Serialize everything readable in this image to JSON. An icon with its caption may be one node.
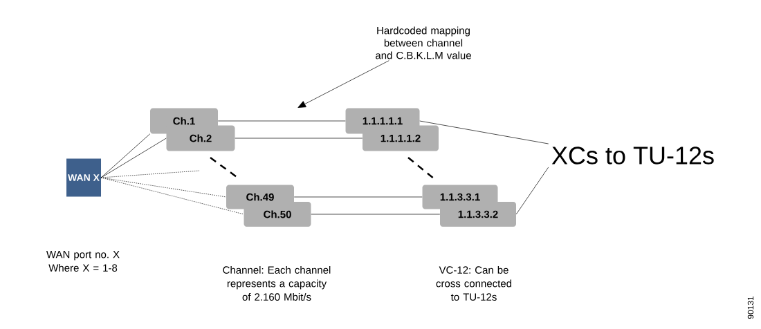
{
  "diagram": {
    "nodes": [
      {
        "text": [
          "WAN X"
        ]
      },
      {
        "text": [
          "Ch.1"
        ]
      },
      {
        "text": [
          "Ch.2"
        ]
      },
      {
        "text": [
          "Ch.49"
        ]
      },
      {
        "text": [
          "Ch.50"
        ]
      },
      {
        "text": [
          "1.1.1.1.1"
        ]
      },
      {
        "text": [
          "1.1.1.1.2"
        ]
      },
      {
        "text": [
          "1.1.3.3.1"
        ]
      },
      {
        "text": [
          "1.1.3.3.2"
        ]
      },
      {
        "text": [
          "XCs to TU-12s"
        ]
      },
      {
        "text": [
          "Hardcoded mapping between channel and C.B.K.L.M value"
        ]
      }
    ],
    "edges": [
      {
        "from": 0,
        "to": 1,
        "arrow": "none"
      },
      {
        "from": 0,
        "to": 2,
        "arrow": "none"
      },
      {
        "from": 0,
        "to": null,
        "arrow": "none",
        "style": "dashed"
      },
      {
        "from": 0,
        "to": 3,
        "arrow": "none",
        "style": "dashed"
      },
      {
        "from": 0,
        "to": 4,
        "arrow": "none",
        "style": "dashed"
      },
      {
        "from": 1,
        "to": 5,
        "arrow": "none"
      },
      {
        "from": 2,
        "to": 6,
        "arrow": "none"
      },
      {
        "from": 3,
        "to": 7,
        "arrow": "none"
      },
      {
        "from": 4,
        "to": 8,
        "arrow": "none"
      },
      {
        "from": 5,
        "to": 9,
        "arrow": "none"
      },
      {
        "from": 8,
        "to": 9,
        "arrow": "none"
      },
      {
        "from": 10,
        "to": null,
        "arrow": "to"
      }
    ],
    "labels": [
      "WAN port no. X Where X = 1-8",
      "Channel: Each channel represents a capacity of 2.160 Mbit/s",
      "VC-12: Can be cross connected to TU-12s",
      "90131"
    ]
  }
}
